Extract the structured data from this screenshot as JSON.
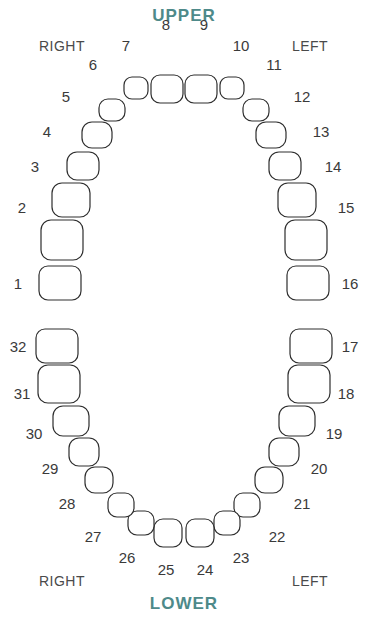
{
  "diagram": {
    "labels": [
      "UPPER",
      "RIGHT",
      "LEFT",
      "1",
      "2",
      "3",
      "4",
      "5",
      "6",
      "7",
      "8",
      "9",
      "10",
      "11",
      "12",
      "13",
      "14",
      "15",
      "16",
      "17",
      "18",
      "19",
      "20",
      "21",
      "22",
      "23",
      "24",
      "25",
      "26",
      "27",
      "28",
      "29",
      "30",
      "31",
      "32",
      "RIGHT",
      "LEFT",
      "LOWER"
    ]
  }
}
